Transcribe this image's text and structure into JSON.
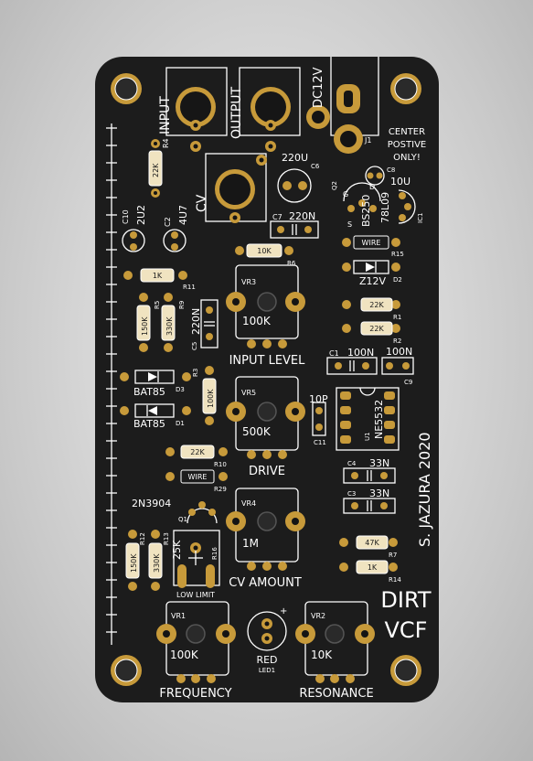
{
  "board": {
    "title_line1": "DIRT",
    "title_line2": "VCF",
    "author": "S. JAZURA 2020",
    "colors": {
      "pcb": "#1c1c1c",
      "silkscreen": "#ffffff",
      "copper": "#c79a3a",
      "background": "#d4d4d4"
    }
  },
  "jacks": {
    "input": "INPUT",
    "output": "OUTPUT",
    "cv": "CV",
    "dc": "DC12V",
    "dc_ref": "J1",
    "note_line1": "CENTER",
    "note_line2": "POSTIVE",
    "note_line3": "ONLY!"
  },
  "pots": {
    "vr3": {
      "ref": "VR3",
      "value": "100K",
      "label": "INPUT LEVEL"
    },
    "vr5": {
      "ref": "VR5",
      "value": "500K",
      "label": "DRIVE"
    },
    "vr4": {
      "ref": "VR4",
      "value": "1M",
      "label": "CV AMOUNT"
    },
    "vr1": {
      "ref": "VR1",
      "value": "100K",
      "label": "FREQUENCY"
    },
    "vr2": {
      "ref": "VR2",
      "value": "10K",
      "label": "RESONANCE"
    }
  },
  "led": {
    "color": "RED",
    "ref": "LED1",
    "plus": "+"
  },
  "trimmer": {
    "value": "25K",
    "label": "LOW LIMIT",
    "ref": "R16"
  },
  "components": {
    "r4": {
      "ref": "R4",
      "value": "22K"
    },
    "c10": {
      "ref": "C10",
      "value": "2U2"
    },
    "c2": {
      "ref": "C2",
      "value": "4U7"
    },
    "c6": {
      "ref": "C6",
      "value": "220U"
    },
    "c7": {
      "ref": "C7",
      "value": "220N"
    },
    "r6": {
      "ref": "R6",
      "value": "10K"
    },
    "r11": {
      "ref": "R11",
      "value": "1K"
    },
    "r5": {
      "ref": "R5",
      "value": "150K"
    },
    "r9": {
      "ref": "R9",
      "value": "330K"
    },
    "c5": {
      "ref": "C5",
      "value": "220N"
    },
    "r3": {
      "ref": "R3",
      "value": "100K"
    },
    "d3": {
      "ref": "D3",
      "value": "BAT85"
    },
    "d1": {
      "ref": "D1",
      "value": "BAT85"
    },
    "r10": {
      "ref": "R10",
      "value": "22K"
    },
    "r29": {
      "ref": "R29",
      "value": "WIRE"
    },
    "q1": {
      "ref": "Q1",
      "value": "2N3904"
    },
    "r12": {
      "ref": "R12",
      "value": "150K"
    },
    "r13": {
      "ref": "R13",
      "value": "330K"
    },
    "q2": {
      "ref": "Q2",
      "value": "BS250",
      "pins": [
        "G",
        "D",
        "S"
      ]
    },
    "ic1": {
      "ref": "IC1",
      "value": "78L09"
    },
    "c8": {
      "ref": "C8",
      "value": "10U"
    },
    "r15": {
      "ref": "R15",
      "value": "WIRE"
    },
    "d2": {
      "ref": "D2",
      "value": "Z12V"
    },
    "r1": {
      "ref": "R1",
      "value": "22K"
    },
    "r2": {
      "ref": "R2",
      "value": "22K"
    },
    "c1": {
      "ref": "C1",
      "value": "100N"
    },
    "c9": {
      "ref": "C9",
      "value": "100N"
    },
    "c11": {
      "ref": "C11",
      "value": "10P"
    },
    "u1": {
      "ref": "U1",
      "value": "NE5532"
    },
    "c4": {
      "ref": "C4",
      "value": "33N"
    },
    "c3": {
      "ref": "C3",
      "value": "33N"
    },
    "r7": {
      "ref": "R7",
      "value": "47K"
    },
    "r14": {
      "ref": "R14",
      "value": "1K"
    }
  }
}
